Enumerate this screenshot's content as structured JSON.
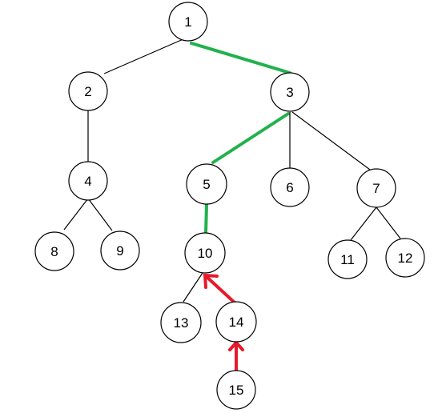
{
  "diagram": {
    "type": "tree",
    "colors": {
      "node_stroke": "#000000",
      "edge": "#000000",
      "highlight_path": "#22b14c",
      "arrow": "#e8192c"
    },
    "nodes": [
      {
        "id": "n1",
        "label": "1"
      },
      {
        "id": "n2",
        "label": "2"
      },
      {
        "id": "n3",
        "label": "3"
      },
      {
        "id": "n4",
        "label": "4"
      },
      {
        "id": "n5",
        "label": "5"
      },
      {
        "id": "n6",
        "label": "6"
      },
      {
        "id": "n7",
        "label": "7"
      },
      {
        "id": "n8",
        "label": "8"
      },
      {
        "id": "n9",
        "label": "9"
      },
      {
        "id": "n10",
        "label": "10"
      },
      {
        "id": "n11",
        "label": "11"
      },
      {
        "id": "n12",
        "label": "12"
      },
      {
        "id": "n13",
        "label": "13"
      },
      {
        "id": "n14",
        "label": "14"
      },
      {
        "id": "n15",
        "label": "15"
      }
    ],
    "edges": [
      {
        "from": "1",
        "to": "2",
        "style": "black"
      },
      {
        "from": "1",
        "to": "3",
        "style": "green"
      },
      {
        "from": "2",
        "to": "4",
        "style": "black"
      },
      {
        "from": "3",
        "to": "5",
        "style": "green"
      },
      {
        "from": "3",
        "to": "6",
        "style": "black"
      },
      {
        "from": "3",
        "to": "7",
        "style": "black"
      },
      {
        "from": "4",
        "to": "8",
        "style": "black"
      },
      {
        "from": "4",
        "to": "9",
        "style": "black"
      },
      {
        "from": "5",
        "to": "10",
        "style": "green"
      },
      {
        "from": "7",
        "to": "11",
        "style": "black"
      },
      {
        "from": "7",
        "to": "12",
        "style": "black"
      },
      {
        "from": "10",
        "to": "13",
        "style": "black"
      },
      {
        "from": "14",
        "to": "10",
        "style": "red-arrow"
      },
      {
        "from": "15",
        "to": "14",
        "style": "red-arrow"
      }
    ]
  }
}
